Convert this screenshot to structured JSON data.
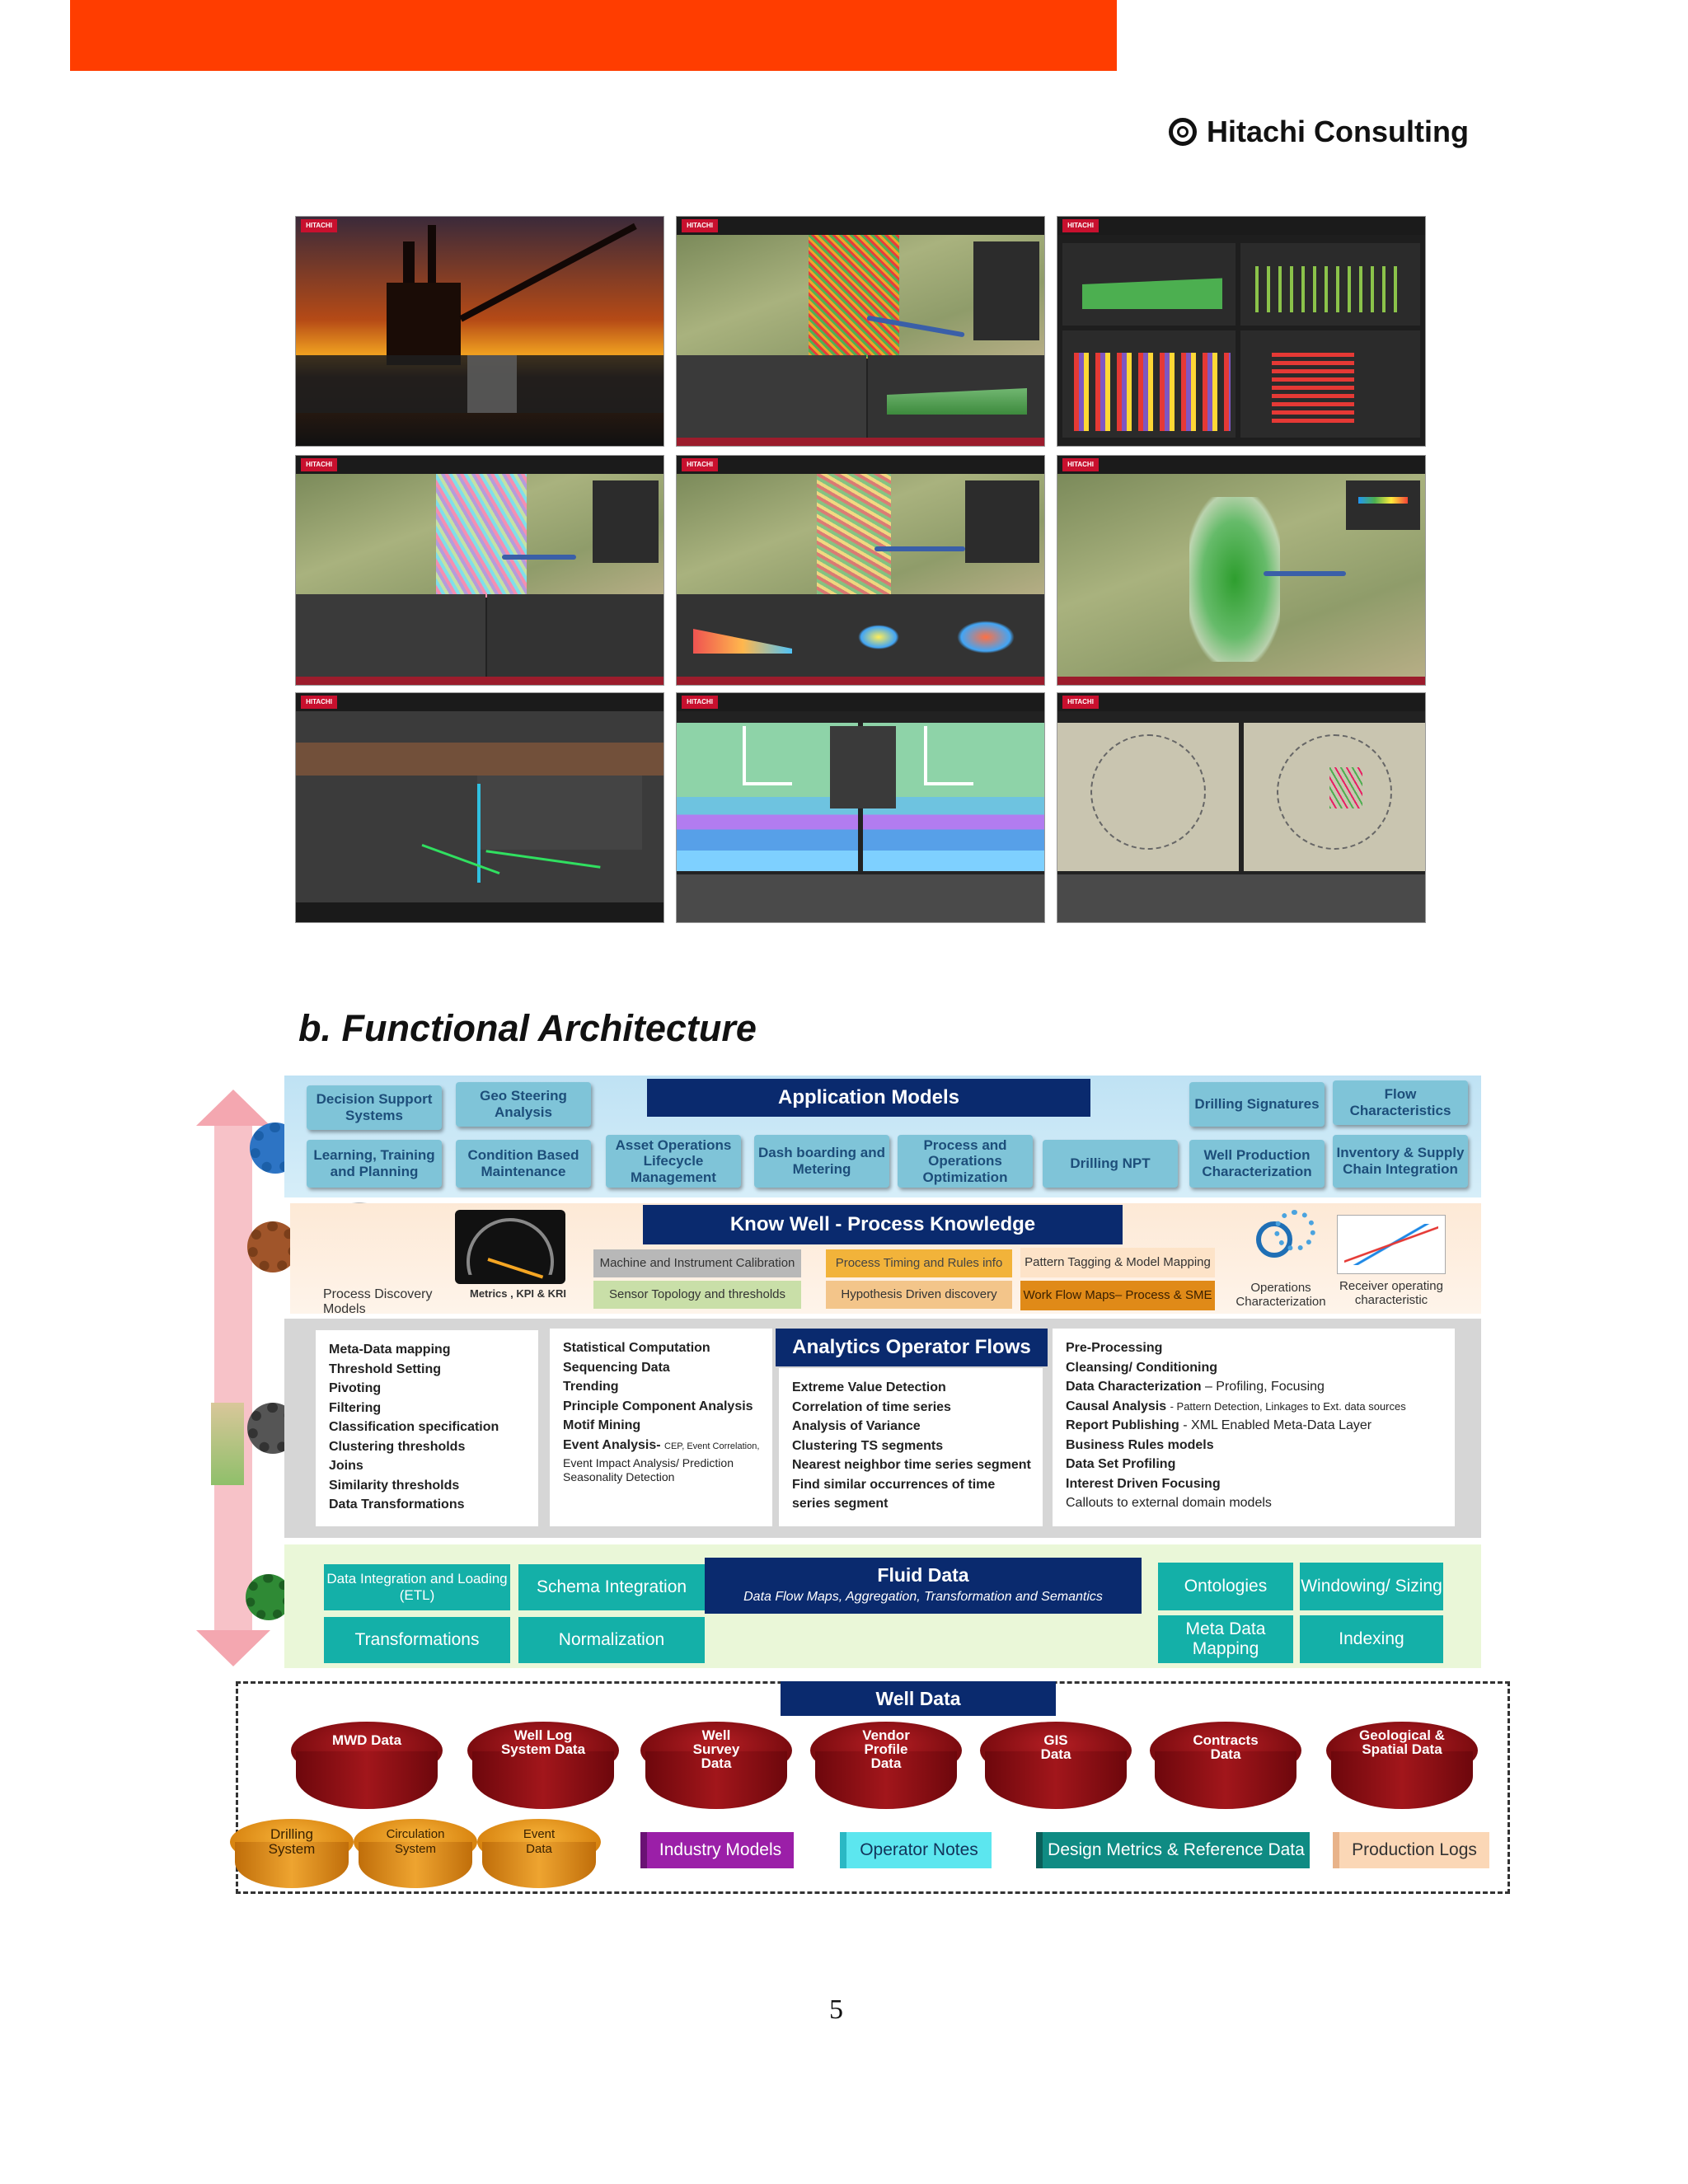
{
  "header": {
    "brand": "Hitachi Consulting"
  },
  "screenshots": {
    "logo_text": "HITACHI"
  },
  "section_title": "b.  Functional Architecture",
  "app_layer": {
    "title": "Application Models",
    "tiles": [
      "Decision Support Systems",
      "Geo Steering Analysis",
      "Drilling Signatures",
      "Flow Characteristics",
      "Learning, Training and Planning",
      "Condition Based Maintenance",
      "Asset Operations Lifecycle Management",
      "Dash boarding and Metering",
      "Process and Operations Optimization",
      "Drilling NPT",
      "Well Production Characterization",
      "Inventory & Supply Chain Integration"
    ]
  },
  "know_layer": {
    "title": "Know Well - Process Knowledge",
    "process_discovery": "Process Discovery Models",
    "metrics": "Metrics , KPI & KRI",
    "items": [
      "Machine and Instrument Calibration",
      "Sensor Topology and thresholds",
      "Process Timing and Rules info",
      "Hypothesis Driven discovery",
      "Pattern Tagging & Model Mapping",
      "Work Flow Maps– Process & SME"
    ],
    "operations": "Operations Characterization",
    "receiver": "Receiver operating characteristic"
  },
  "analytics_layer": {
    "title": "Analytics Operator Flows",
    "col1": [
      "Meta-Data mapping",
      "Threshold Setting",
      "Pivoting",
      "Filtering",
      "Classification specification",
      "Clustering thresholds",
      "Joins",
      "Similarity thresholds",
      "Data Transformations"
    ],
    "col2": [
      "Statistical Computation",
      "Sequencing Data",
      "Trending",
      "Principle Component Analysis",
      "Motif Mining",
      "Event Analysis-",
      "CEP, Event Correlation,",
      "Event Impact Analysis/ Prediction",
      "Seasonality Detection"
    ],
    "col3": [
      "Extreme Value Detection",
      "Correlation of time series",
      "Analysis of Variance",
      "Clustering TS segments",
      "Nearest neighbor time series segment",
      "Find similar occurrences of time series segment"
    ],
    "col4": [
      "Pre-Processing",
      "Cleansing/ Conditioning",
      "Data Characterization",
      "– Profiling, Focusing",
      "Causal Analysis",
      "- Pattern Detection, Linkages to Ext. data sources",
      "Report Publishing",
      "- XML Enabled Meta-Data Layer",
      "Business Rules models",
      "Data Set Profiling",
      "Interest Driven Focusing",
      "Callouts to external domain models"
    ]
  },
  "fluid_layer": {
    "title": "Fluid Data",
    "subtitle": "Data Flow Maps, Aggregation, Transformation and Semantics",
    "tiles": [
      "Data Integration and Loading (ETL)",
      "Schema Integration",
      "Transformations",
      "Normalization",
      "Ontologies",
      "Windowing/ Sizing",
      "Meta Data Mapping",
      "Indexing"
    ]
  },
  "well_layer": {
    "title": "Well Data",
    "red_pots": [
      "MWD Data",
      "Well Log System Data",
      "Well Survey Data",
      "Vendor Profile Data",
      "GIS Data",
      "Contracts Data",
      "Geological & Spatial Data"
    ],
    "orange_pots": [
      "Drilling System",
      "Circulation System",
      "Event Data"
    ],
    "chips": [
      "Industry Models",
      "Operator Notes",
      "Design Metrics & Reference Data",
      "Production Logs"
    ]
  },
  "page_number": "5",
  "colors": {
    "accent_red": "#ff3d00",
    "navy": "#0a2a6e",
    "teal": "#14b0a8"
  }
}
